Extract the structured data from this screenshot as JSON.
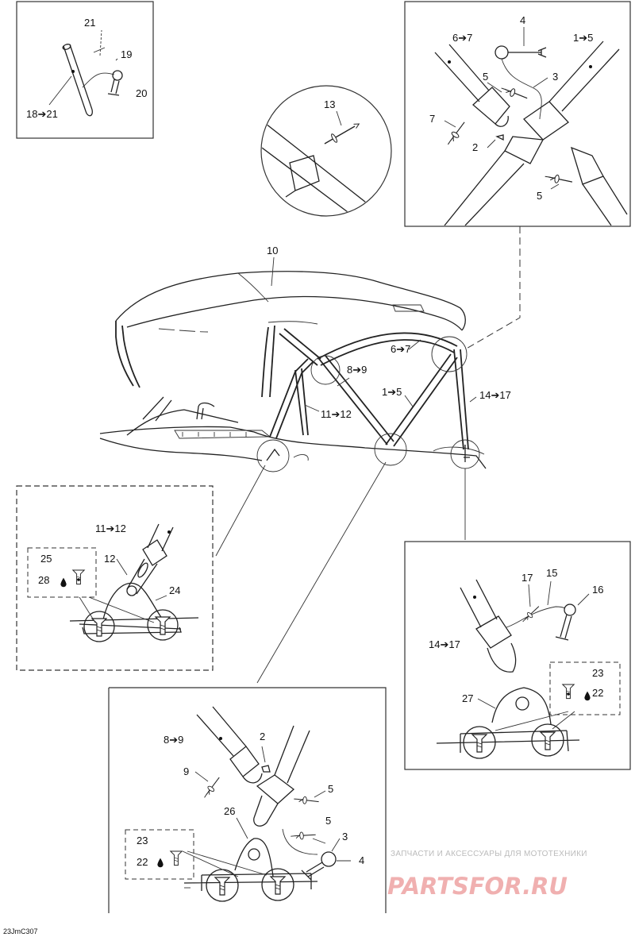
{
  "figure_code": "23JmC307",
  "watermark": {
    "tagline": "ЗАПЧАСТИ И АКСЕССУАРЫ ДЛЯ МОТОТЕХНИКИ",
    "brand": "PARTSFOR.RU"
  },
  "main_view": {
    "labels": {
      "canopy": "10",
      "front_bow": "6➔7",
      "rear_bow": "1➔5",
      "hinge_bow": "8➔9",
      "brace": "11➔12",
      "rear_strut": "14➔17"
    }
  },
  "top_left_detail": {
    "labels": {
      "strap_clip": "21",
      "lanyard": "19",
      "pin": "20",
      "strut": "18➔21"
    }
  },
  "circle_detail": {
    "labels": {
      "fastener": "13"
    }
  },
  "top_right_detail": {
    "labels": {
      "pin": "4",
      "upper_left_tube": "6➔7",
      "upper_right_tube": "1➔5",
      "cotter_upper": "5",
      "lanyard": "3",
      "cotter_left": "7",
      "clip": "2",
      "cotter_lower": "5"
    }
  },
  "left_detail": {
    "labels": {
      "tube": "11➔12",
      "inset_screw": "25",
      "inset_sealant": "28",
      "link": "12",
      "base": "24"
    }
  },
  "right_detail": {
    "labels": {
      "cotter": "17",
      "lanyard": "15",
      "pin": "16",
      "tube": "14➔17",
      "inset_screw": "23",
      "inset_sealant": "22",
      "base": "27"
    }
  },
  "bottom_detail": {
    "labels": {
      "upper_tube": "8➔9",
      "clip": "2",
      "cotter_left": "9",
      "cotter_right_upper": "5",
      "base": "26",
      "cotter_right_lower": "5",
      "lanyard": "3",
      "pin": "4",
      "inset_screw": "23",
      "inset_sealant": "22"
    }
  }
}
